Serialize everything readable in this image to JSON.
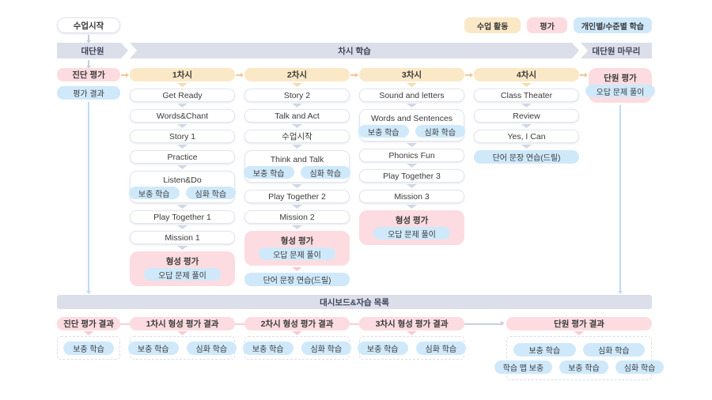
{
  "start": {
    "label": "수업시작"
  },
  "legend": {
    "items": [
      {
        "label": "수업 활동",
        "type": "activity"
      },
      {
        "label": "평가",
        "type": "evaluation"
      },
      {
        "label": "개인별/수준별 학습",
        "type": "individual"
      }
    ]
  },
  "bands": {
    "left": "대단원",
    "center": "차시 학습",
    "right": "대단원 마무리"
  },
  "diagnostic": {
    "title": "진단 평가",
    "result": "평가 결과"
  },
  "columns": [
    {
      "title": "1차시",
      "items": [
        {
          "label": "Get Ready"
        },
        {
          "label": "Words&Chant"
        },
        {
          "label": "Story 1"
        },
        {
          "label": "Practice"
        },
        {
          "label": "Listen&Do",
          "pills": [
            "보충 학습",
            "심화 학습"
          ]
        },
        {
          "label": "Play Together 1"
        },
        {
          "label": "Mission 1"
        },
        {
          "label": "형성 평가",
          "pills": [
            "오답 문제 풀이"
          ]
        }
      ]
    },
    {
      "title": "2차시",
      "items": [
        {
          "label": "Story 2"
        },
        {
          "label": "Talk and Act"
        },
        {
          "label": "수업시작"
        },
        {
          "label": "Think and Talk",
          "pills": [
            "보충 학습",
            "심화 학습"
          ]
        },
        {
          "label": "Play Together 2"
        },
        {
          "label": "Mission 2"
        },
        {
          "label": "형성 평가",
          "pills": [
            "오답 문제 풀이"
          ]
        },
        {
          "label": "단어 문장 연습(드릴)"
        }
      ]
    },
    {
      "title": "3차시",
      "items": [
        {
          "label": "Sound and letters"
        },
        {
          "label": "Words and Sentences",
          "pills": [
            "보충 학습",
            "심화 학습"
          ]
        },
        {
          "label": "Phonics Fun"
        },
        {
          "label": "Play Together 3"
        },
        {
          "label": "Mission 3"
        },
        {
          "label": "형성 평가",
          "pills": [
            "오답 문제 풀이"
          ]
        }
      ]
    },
    {
      "title": "4차시",
      "items": [
        {
          "label": "Class Theater"
        },
        {
          "label": "Review"
        },
        {
          "label": "Yes, I Can"
        },
        {
          "label": "단어 문장 연습(드릴)"
        }
      ]
    }
  ],
  "final_eval": {
    "title": "단원 평가",
    "pill": "오답 문제 풀이"
  },
  "dashboard": {
    "label": "대시보드&자습 목록"
  },
  "results": [
    {
      "title": "진단 평가 결과",
      "pills": [
        "보충 학습"
      ]
    },
    {
      "title": "1차시 형성 평가 결과",
      "pills": [
        "보충 학습",
        "심화 학습"
      ]
    },
    {
      "title": "2차시 형성 평가 결과",
      "pills": [
        "보충 학습",
        "심화 학습"
      ]
    },
    {
      "title": "3차시 형성 평가 결과",
      "pills": [
        "보충 학습",
        "심화 학습"
      ]
    },
    {
      "title": "단원 평가 결과",
      "rows": [
        [
          "보충 학습",
          "심화 학습"
        ],
        [
          "학습 맵 보충",
          "보충 학습",
          "심화 학습"
        ]
      ]
    }
  ],
  "colors": {
    "activity_yellow": "#fbe8c6",
    "evaluation_pink": "#fcdce0",
    "individual_blue": "#cfe9fb",
    "band_gray": "#dcdfea"
  }
}
